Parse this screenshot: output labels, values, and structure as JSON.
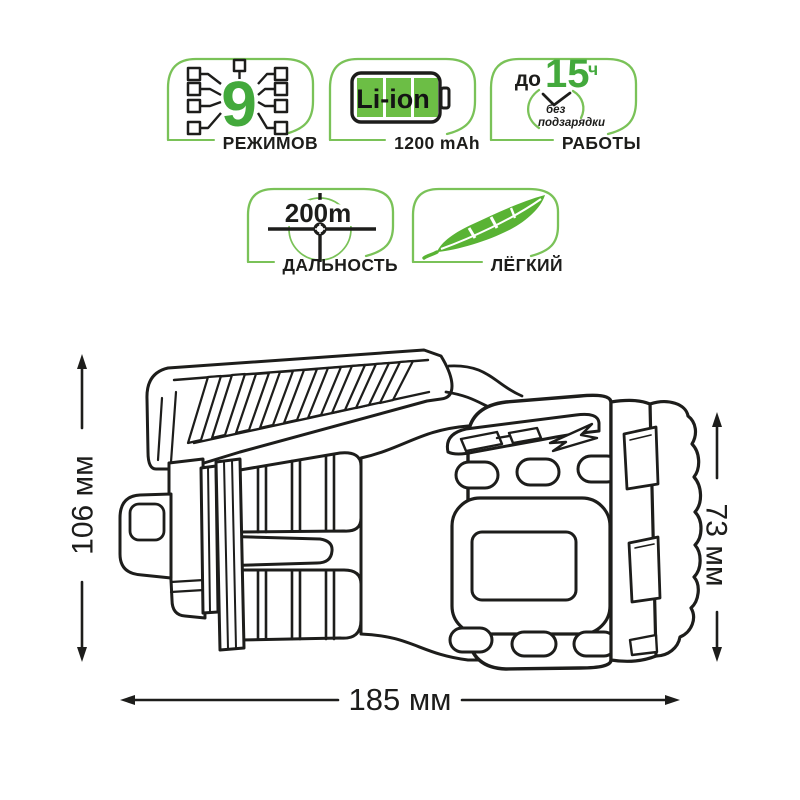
{
  "product_features": {
    "modes": {
      "count": "9",
      "label": "РЕЖИМОВ"
    },
    "battery": {
      "type": "Li-ion",
      "capacity": "1200 mAh"
    },
    "runtime": {
      "prefix": "до",
      "value": "15",
      "unit": "ч",
      "note1": "без",
      "note2": "подзарядки",
      "label": "РАБОТЫ"
    },
    "beam_range": {
      "value": "200m",
      "label": "ДАЛЬНОСТЬ"
    },
    "weight": {
      "label": "ЛЁГКИЙ"
    }
  },
  "dimensions": {
    "height": "106 мм",
    "head_height": "73 мм",
    "length": "185 мм"
  },
  "colors": {
    "frame_green": "#7ac258",
    "fill_green": "#6cbe45",
    "feather_green": "#59b334",
    "accent_green": "#43a93c",
    "ink": "#1d1d1b"
  }
}
